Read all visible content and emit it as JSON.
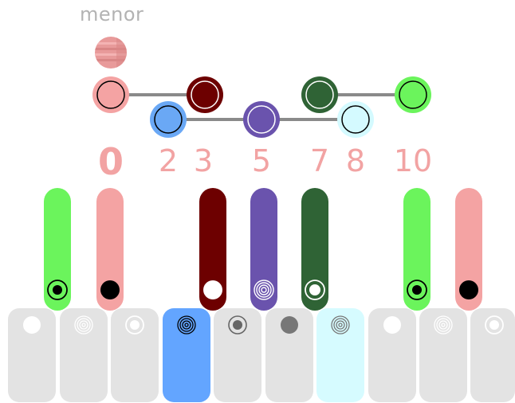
{
  "scale_name": "menor",
  "colors": {
    "background": "#ffffff",
    "key_idle": "#e3e3e3",
    "number_text": "#f2a3a3",
    "connector": "#8a8a8a"
  },
  "root_indicator": {
    "icon": "striped-circle-icon",
    "color": "#e89a9a"
  },
  "interval_numbers": [
    "0",
    "2",
    "3",
    "5",
    "7",
    "8",
    "10"
  ],
  "degree_nodes": [
    {
      "interval": 0,
      "color": "#f4a3a3",
      "row": "upper"
    },
    {
      "interval": 2,
      "color": "#6aa8f5",
      "row": "lower"
    },
    {
      "interval": 3,
      "color": "#6d0000",
      "row": "upper"
    },
    {
      "interval": 5,
      "color": "#6a53ad",
      "row": "lower"
    },
    {
      "interval": 7,
      "color": "#2f6335",
      "row": "upper"
    },
    {
      "interval": 8,
      "color": "#d4faff",
      "row": "lower"
    },
    {
      "interval": 10,
      "color": "#6bf45c",
      "row": "upper"
    }
  ],
  "tracks": [
    {
      "name": "track-1",
      "color": "#6bf45c",
      "top": "upper",
      "handle": "dot-ring-icon"
    },
    {
      "name": "track-2",
      "color": "#f4a3a3",
      "top": "upper",
      "handle": "solid-dot-icon"
    },
    {
      "name": "track-3",
      "color": "#6d0000",
      "top": "lower",
      "handle": "white-dot-icon"
    },
    {
      "name": "track-4",
      "color": "#6a53ad",
      "top": "lower",
      "handle": "concentric-rings-icon"
    },
    {
      "name": "track-5",
      "color": "#2f6335",
      "top": "lower",
      "handle": "ring-dot-white-icon"
    },
    {
      "name": "track-6",
      "color": "#6bf45c",
      "top": "lower",
      "handle": "dot-ring-icon"
    },
    {
      "name": "track-7",
      "color": "#f4a3a3",
      "top": "lower",
      "handle": "solid-dot-icon"
    }
  ],
  "keys": [
    {
      "name": "key-1",
      "color": "#e3e3e3",
      "icon": "white-dot-icon"
    },
    {
      "name": "key-2",
      "color": "#e3e3e3",
      "icon": "concentric-rings-white-icon"
    },
    {
      "name": "key-3",
      "color": "#e3e3e3",
      "icon": "ring-dot-white-icon"
    },
    {
      "name": "key-4",
      "color": "#63a5ff",
      "icon": "concentric-rings-icon"
    },
    {
      "name": "key-5",
      "color": "#e3e3e3",
      "icon": "gray-ring-dot-icon"
    },
    {
      "name": "key-6",
      "color": "#e3e3e3",
      "icon": "gray-dot-icon"
    },
    {
      "name": "key-7",
      "color": "#d6fbff",
      "icon": "gray-concentric-rings-icon"
    },
    {
      "name": "key-8",
      "color": "#e3e3e3",
      "icon": "white-dot-icon"
    },
    {
      "name": "key-9",
      "color": "#e3e3e3",
      "icon": "concentric-rings-white-icon"
    },
    {
      "name": "key-10",
      "color": "#e3e3e3",
      "icon": "ring-dot-white-icon"
    }
  ]
}
